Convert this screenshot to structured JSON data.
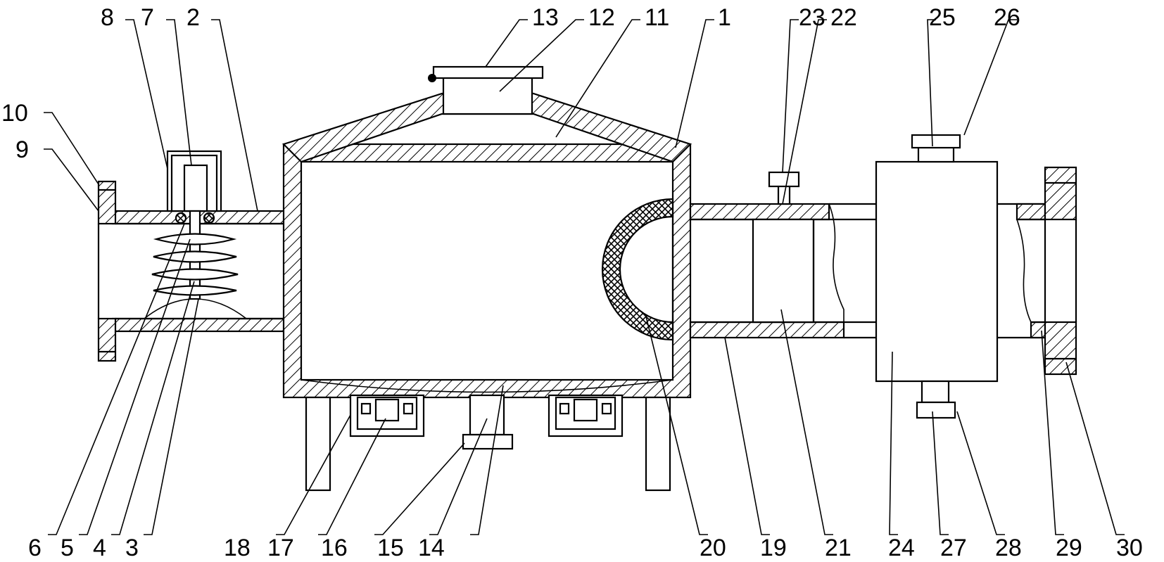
{
  "diagram": {
    "labels": [
      {
        "id": "1",
        "text": "1"
      },
      {
        "id": "2",
        "text": "2"
      },
      {
        "id": "3",
        "text": "3"
      },
      {
        "id": "4",
        "text": "4"
      },
      {
        "id": "5",
        "text": "5"
      },
      {
        "id": "6",
        "text": "6"
      },
      {
        "id": "7",
        "text": "7"
      },
      {
        "id": "8",
        "text": "8"
      },
      {
        "id": "9",
        "text": "9"
      },
      {
        "id": "10",
        "text": "10"
      },
      {
        "id": "11",
        "text": "11"
      },
      {
        "id": "12",
        "text": "12"
      },
      {
        "id": "13",
        "text": "13"
      },
      {
        "id": "14",
        "text": "14"
      },
      {
        "id": "15",
        "text": "15"
      },
      {
        "id": "16",
        "text": "16"
      },
      {
        "id": "17",
        "text": "17"
      },
      {
        "id": "18",
        "text": "18"
      },
      {
        "id": "19",
        "text": "19"
      },
      {
        "id": "20",
        "text": "20"
      },
      {
        "id": "21",
        "text": "21"
      },
      {
        "id": "22",
        "text": "22"
      },
      {
        "id": "23",
        "text": "23"
      },
      {
        "id": "24",
        "text": "24"
      },
      {
        "id": "25",
        "text": "25"
      },
      {
        "id": "26",
        "text": "26"
      },
      {
        "id": "27",
        "text": "27"
      },
      {
        "id": "28",
        "text": "28"
      },
      {
        "id": "29",
        "text": "29"
      },
      {
        "id": "30",
        "text": "30"
      }
    ],
    "colors": {
      "stroke": "#000000",
      "background": "#ffffff"
    }
  }
}
